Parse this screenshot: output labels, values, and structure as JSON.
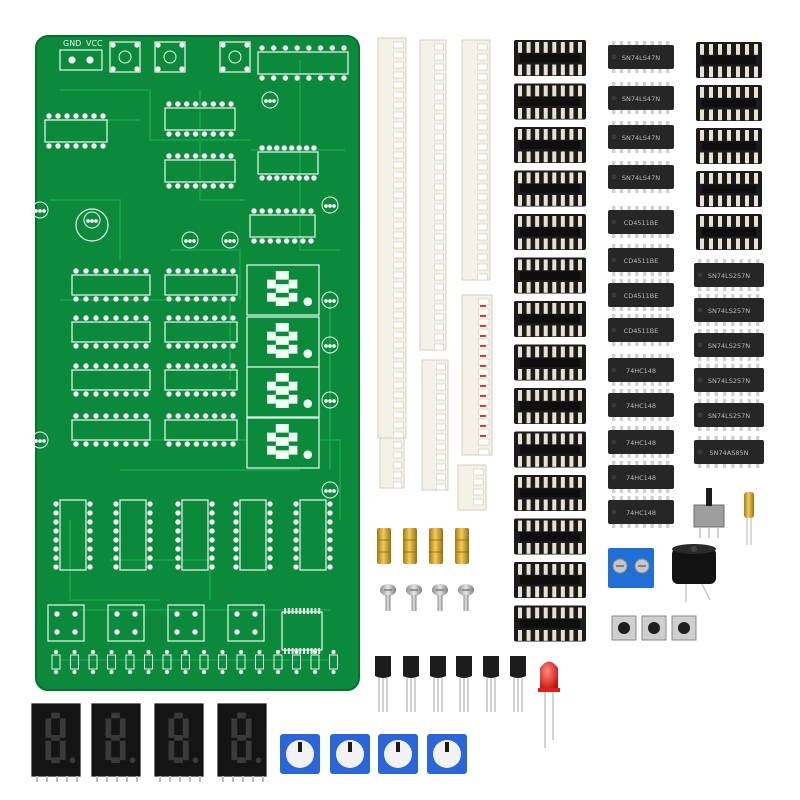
{
  "photo": {
    "pcb": {
      "color": "#0a8a3a",
      "silkscreen_labels": [
        "GND",
        "VCC"
      ]
    },
    "chip_labels": {
      "col1": [
        "SN74LS47N",
        "SN74LS47N",
        "SN74LS47N",
        "SN74LS47N",
        "CD4511BE",
        "CD4511BE",
        "CD4511BE",
        "CD4511BE",
        "74HC148",
        "74HC148",
        "74HC148",
        "74HC148",
        "74HC148"
      ],
      "col2": [
        "SN74LS257N",
        "SN74LS257N",
        "SN74LS257N",
        "SN74LS257N",
        "SN74LS257N",
        "SN74AS85N"
      ]
    },
    "colors": {
      "header_white": "#f4f1e8",
      "socket_black": "#1b1b1b",
      "chip_black": "#262626",
      "terminal_blue": "#1f6fd6",
      "dip_switch_blue": "#2a66d8",
      "led_red": "#e02020",
      "brass": "#d4a62a"
    }
  }
}
